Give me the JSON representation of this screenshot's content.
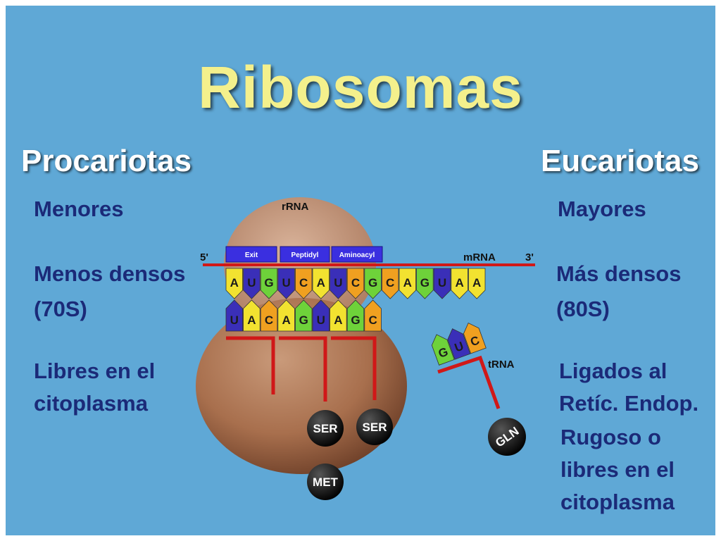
{
  "title": "Ribosomas",
  "left": {
    "heading": "Procariotas",
    "items": [
      "Menores",
      "Menos densos",
      "(70S)",
      "Libres en el",
      "citoplasma"
    ]
  },
  "right": {
    "heading": "Eucariotas",
    "items": [
      "Mayores",
      "Más densos",
      "(80S)",
      "Ligados al",
      "Retíc. Endop.",
      "Rugoso o",
      "libres en el",
      "citoplasma"
    ]
  },
  "diagram": {
    "rrna_label": "rRNA",
    "mrna_label": "mRNA",
    "five_prime": "5'",
    "three_prime": "3'",
    "trna_label": "tRNA",
    "sites": [
      "Exit",
      "Peptidyl",
      "Aminoacyl"
    ],
    "mrna_bases": [
      "A",
      "U",
      "G",
      "U",
      "C",
      "A",
      "U",
      "C",
      "G",
      "C",
      "A",
      "G",
      "U",
      "A",
      "A"
    ],
    "anticodon_bases": [
      "U",
      "A",
      "C",
      "A",
      "G",
      "U",
      "A",
      "G",
      "C"
    ],
    "free_trna_bases": [
      "G",
      "U",
      "C"
    ],
    "amino_acids": [
      "SER",
      "SER",
      "MET"
    ],
    "free_amino_acid": "GLN",
    "base_colors": {
      "A": "#f2e230",
      "U": "#3a2fb8",
      "G": "#6ed23a",
      "C": "#f0a020"
    }
  }
}
